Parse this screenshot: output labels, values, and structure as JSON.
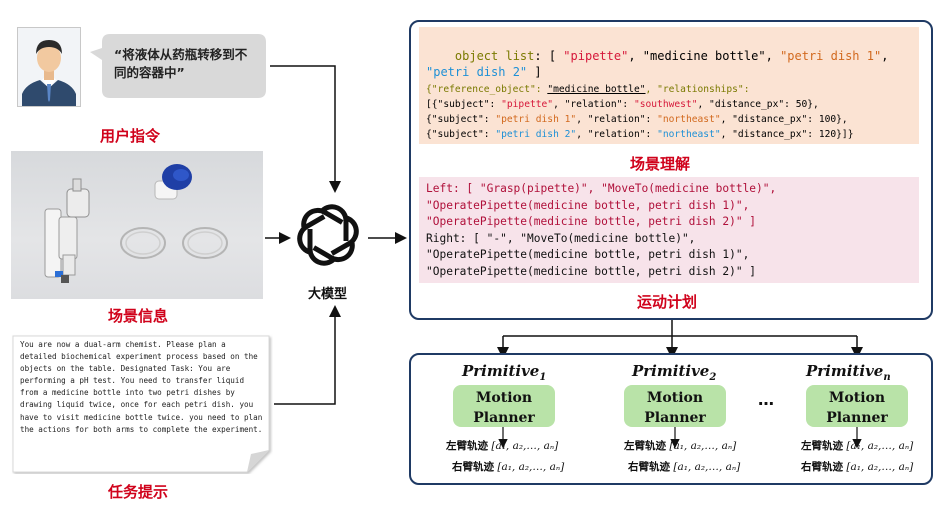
{
  "user": {
    "speech": "“将液体从药瓶转移到不同的容器中”",
    "label": "用户指令"
  },
  "scene": {
    "label": "场景信息"
  },
  "task": {
    "label": "任务提示",
    "text": "You are now a dual-arm chemist. Please plan a detailed biochemical experiment process based on the objects on the table. Designated Task: You are performing a pH test. You need to transfer liquid from a medicine bottle into two petri dishes by drawing liquid twice, once for each petri dish. you have to visit medicine bottle twice. you need to plan the actions for both arms to complete the experiment."
  },
  "model": {
    "label": "大模型"
  },
  "understanding": {
    "label": "场景理解",
    "object_list_key": "object list",
    "objects": [
      "\"pipette\"",
      "\"medicine bottle\"",
      "\"petri dish 1\"",
      "\"petri dish 2\""
    ],
    "ref_key": "{\"reference_object\":",
    "ref_value": "\"medicine bottle\"",
    "rel_key": ", \"relationships\":",
    "rel_rows": [
      {
        "subject": "\"pipette\"",
        "relation": "\"southwest\"",
        "dist": "50"
      },
      {
        "subject": "\"petri dish 1\"",
        "relation": "\"northeast\"",
        "dist": "100"
      },
      {
        "subject": "\"petri dish 2\"",
        "relation": "\"northeast\"",
        "dist": "120"
      }
    ]
  },
  "plan": {
    "label": "运动计划",
    "lines": [
      "Left: [ \"Grasp(pipette)\", \"MoveTo(medicine bottle)\",",
      "\"OperatePipette(medicine bottle, petri dish 1)\",",
      "\"OperatePipette(medicine bottle, petri dish 2)\" ]",
      "Right: [ \"-\", \"MoveTo(medicine bottle)\",",
      "\"OperatePipette(medicine bottle, petri dish 1)\",",
      "\"OperatePipette(medicine bottle, petri dish 2)\" ]"
    ]
  },
  "primitives": [
    {
      "name": "Primitive",
      "sub": "1"
    },
    {
      "name": "Primitive",
      "sub": "2"
    },
    {
      "name": "Primitive",
      "sub": "n"
    }
  ],
  "motion_label_1": "Motion",
  "motion_label_2": "Planner",
  "ellipsis": "…",
  "left_traj": "左臂轨迹",
  "right_traj": "右臂轨迹",
  "traj_seq": "[a₁, a₂,…, aₙ]"
}
